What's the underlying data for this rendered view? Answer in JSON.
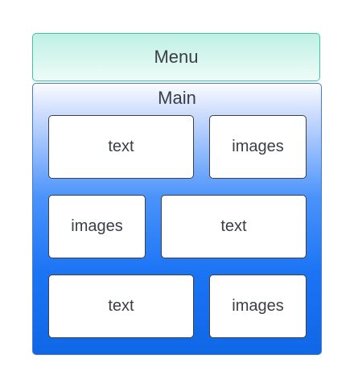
{
  "menu": {
    "label": "Menu"
  },
  "main": {
    "label": "Main",
    "cells": [
      {
        "label": "text"
      },
      {
        "label": "images"
      },
      {
        "label": "images"
      },
      {
        "label": "text"
      },
      {
        "label": "text"
      },
      {
        "label": "images"
      }
    ]
  },
  "colors": {
    "menu_border": "#3fc4a7",
    "menu_fill_top": "#bff0e3",
    "main_fill_top": "#fafbff",
    "main_fill_bottom": "#0f67e6",
    "cell_fill": "#ffffff",
    "text": "#3b3f45"
  }
}
